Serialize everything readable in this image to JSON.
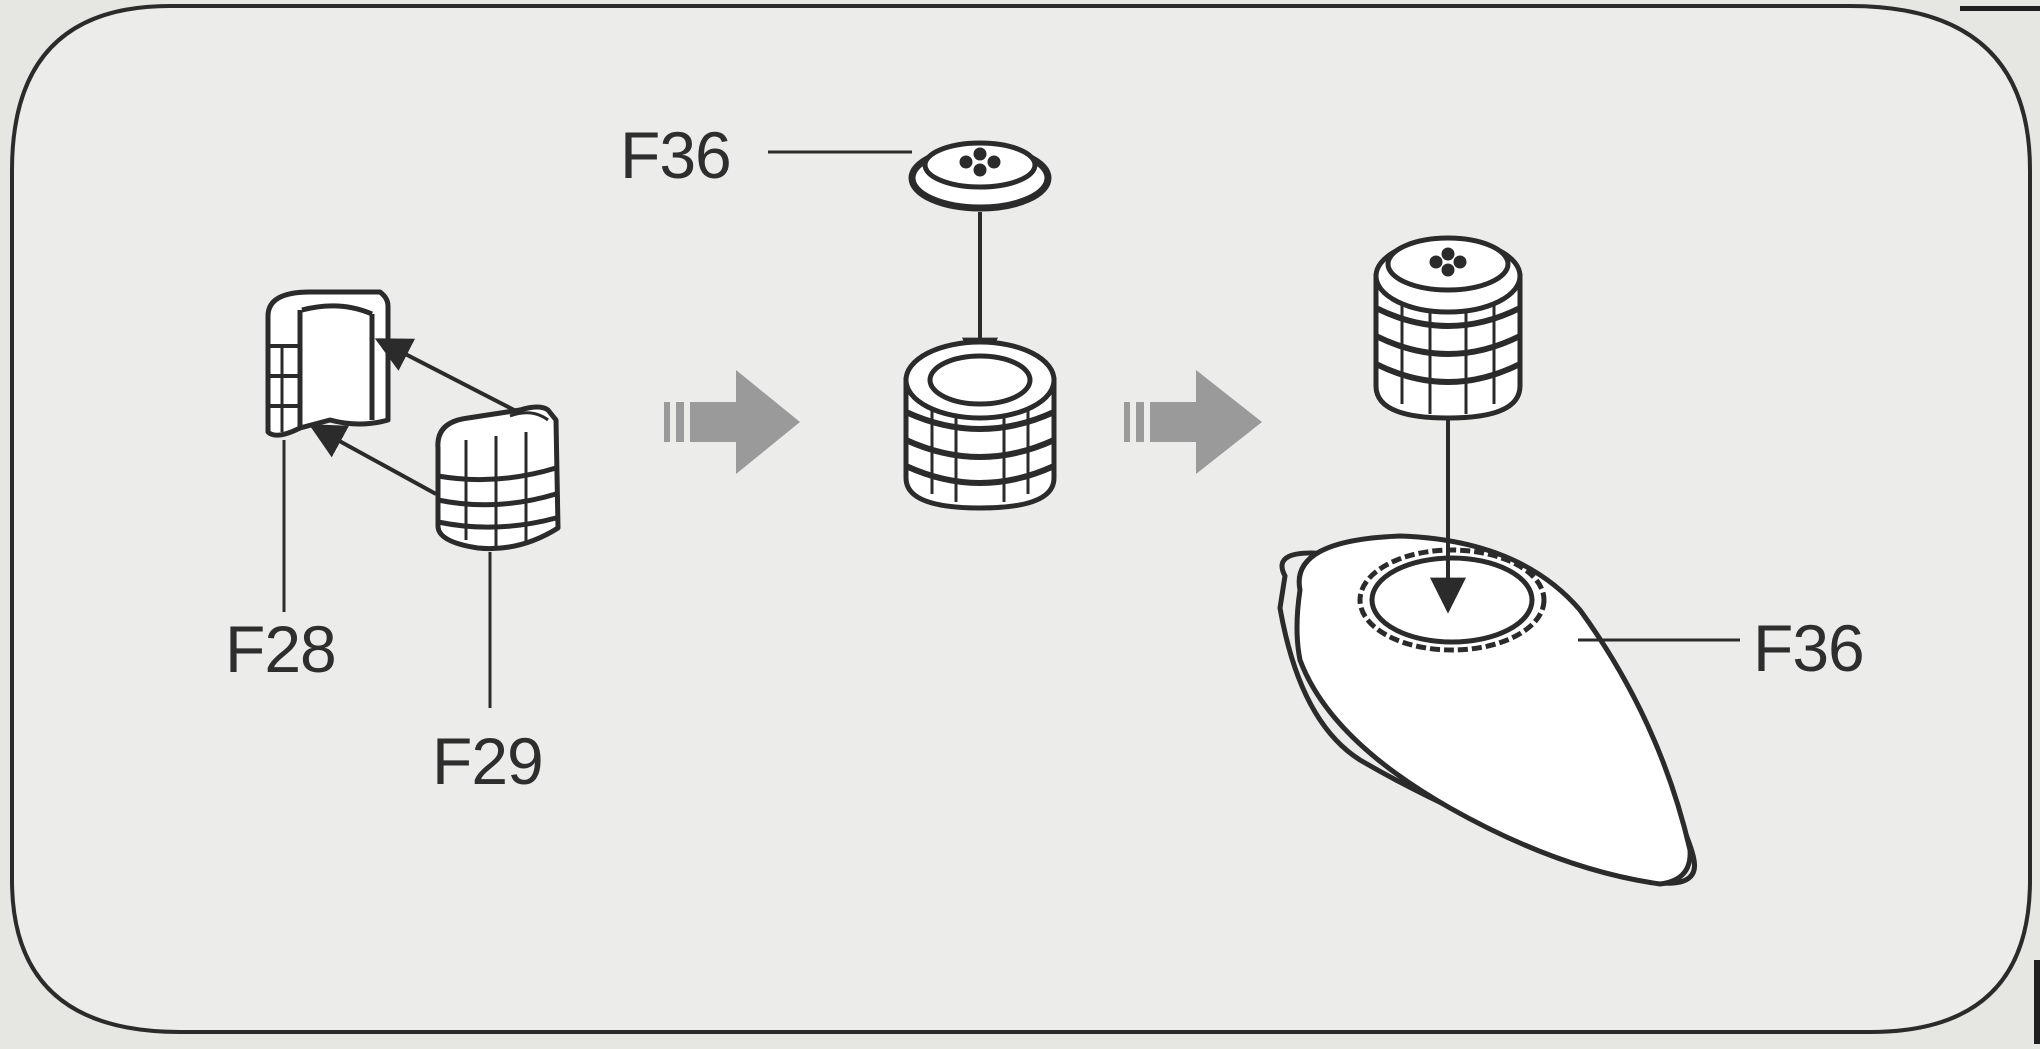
{
  "labels": {
    "f36_top": "F36",
    "f28": "F28",
    "f29": "F29",
    "f36_right": "F36"
  },
  "colors": {
    "ink": "#2b2b2b",
    "paper": "#e6e6e2",
    "panel": "#ededea",
    "step_arrow": "#9a9a9a"
  },
  "icons": [
    "part-f28-half-ring",
    "part-f29-half-ring",
    "part-f36-cap",
    "assembled-cylinder",
    "step-arrow",
    "base-plate-f36"
  ]
}
